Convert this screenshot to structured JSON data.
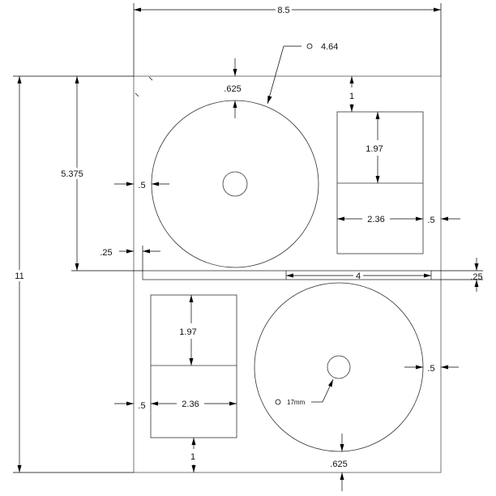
{
  "dimensions": {
    "sheet_width": "8.5",
    "sheet_height": "11",
    "top_half_height": "5.375",
    "disc_diameter_marker": "4.64",
    "top_disc_top_margin": ".625",
    "top_disc_left_margin": ".5",
    "top_card_top_margin": "1",
    "top_card_height": "1.97",
    "top_card_width": "2.36",
    "top_card_right_margin": ".5",
    "strip_left_offset": ".25",
    "strip_length": "4",
    "strip_height": ".25",
    "bottom_card_height": "1.97",
    "bottom_card_width": "2.36",
    "bottom_card_left_margin": ".5",
    "bottom_card_bottom_margin": "1",
    "bottom_disc_right_margin": ".5",
    "bottom_disc_bottom_margin": ".625",
    "hole_diameter": "17mm"
  },
  "colors": {
    "line": "#000000",
    "sheet_outline": "#555555"
  }
}
